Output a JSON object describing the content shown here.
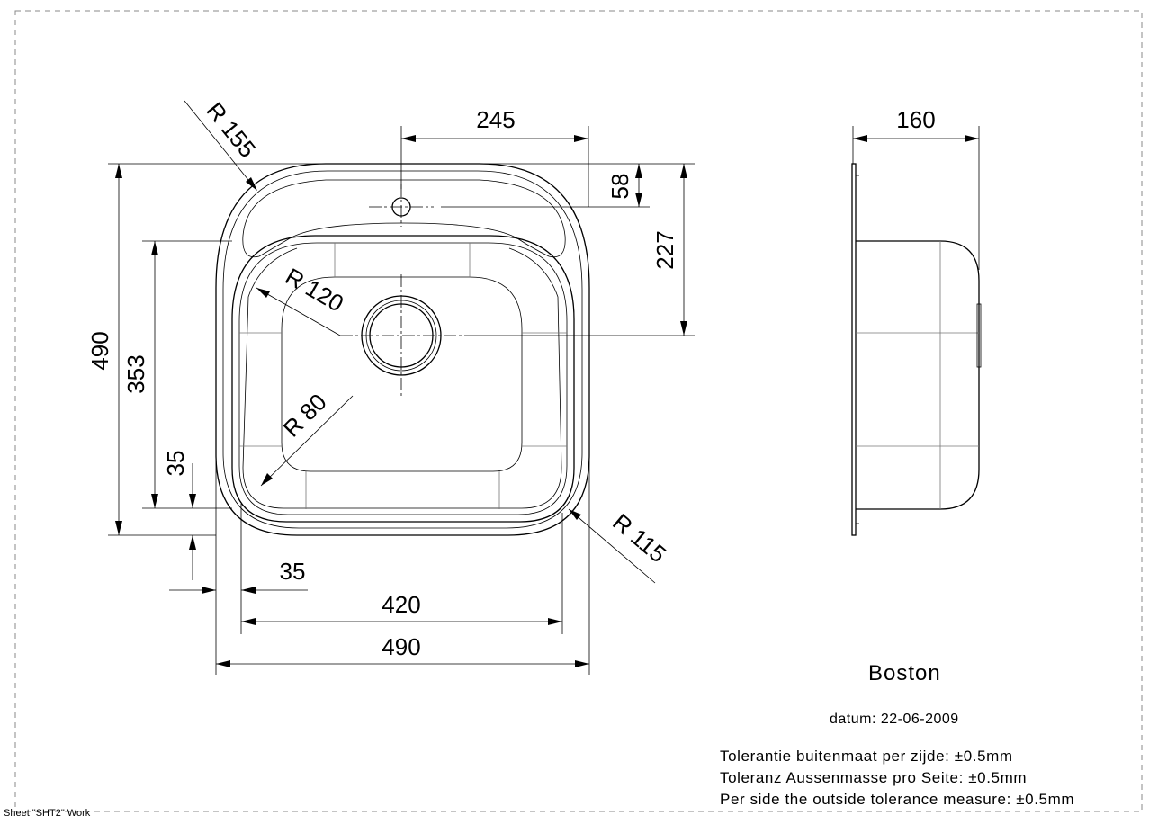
{
  "dimensions": {
    "top_width": "245",
    "side_depth": "160",
    "tap_offset": "58",
    "drain_offset": "227",
    "outer_height": "490",
    "bowl_height": "353",
    "flange_bottom": "35",
    "flange_left": "35",
    "bowl_width": "420",
    "outer_width": "490",
    "radius_outer": "R 155",
    "radius_drain": "R 120",
    "radius_bowl": "R 80",
    "radius_corner": "R 115"
  },
  "title": "Boston",
  "date_line": "datum: 22-06-2009",
  "tolerances": [
    "Tolerantie buitenmaat per zijde: ±0.5mm",
    "Toleranz Aussenmasse pro Seite: ±0.5mm",
    "Per side the outside tolerance measure: ±0.5mm"
  ],
  "sheet_label": "Sheet \"SHT2\" Work"
}
